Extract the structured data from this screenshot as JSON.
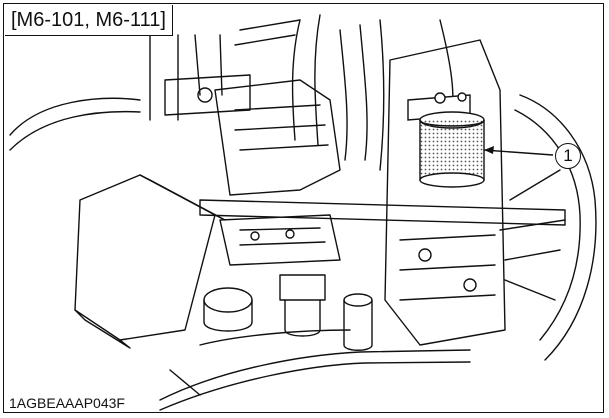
{
  "figure": {
    "model_label": "[M6-101, M6-111]",
    "callout_number": "1",
    "figure_code": "1AGBEAAAP043F"
  },
  "colors": {
    "line": "#111111",
    "background": "#ffffff",
    "filter_dots": "#555555"
  },
  "icons": [
    "engine-illustration",
    "fuel-filter-cartridge",
    "callout-leader-line"
  ]
}
